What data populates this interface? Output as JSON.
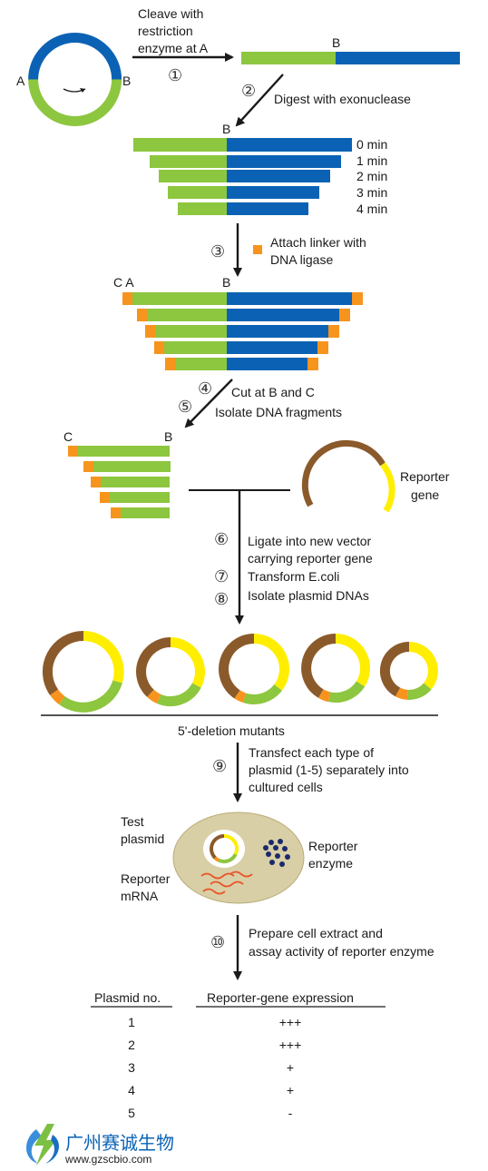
{
  "colors": {
    "green": "#8dc63f",
    "blue": "#0b62b4",
    "orange": "#f7941d",
    "brown": "#8b5a2b",
    "yellow": "#ffee00",
    "cell": "#d9cfa6",
    "mrna": "#e8542a",
    "enzyme_dots": "#1b2a6b"
  },
  "labels": {
    "site_a": "A",
    "site_b": "B",
    "site_c": "C",
    "site_ca": "C A"
  },
  "steps": {
    "s1": {
      "marker": "①",
      "text": [
        "Cleave with",
        "restriction",
        "enzyme at A"
      ]
    },
    "s2": {
      "marker": "②",
      "text": [
        "Digest with exonuclease"
      ]
    },
    "s3": {
      "marker": "③",
      "text": [
        "Attach linker with",
        "DNA ligase"
      ]
    },
    "s4": {
      "marker": "④",
      "text": [
        "Cut at B and C"
      ]
    },
    "s5": {
      "marker": "⑤",
      "text": [
        "Isolate DNA fragments"
      ]
    },
    "s6": {
      "marker": "⑥",
      "text": [
        "Ligate into new vector",
        "carrying reporter gene"
      ]
    },
    "s7": {
      "marker": "⑦",
      "text": [
        "Transform E.coli"
      ]
    },
    "s8": {
      "marker": "⑧",
      "text": [
        "Isolate plasmid DNAs"
      ]
    },
    "s9": {
      "marker": "⑨",
      "text": [
        "Transfect each type of",
        "plasmid (1-5) separately into",
        "cultured cells"
      ]
    },
    "s10": {
      "marker": "⑩",
      "text": [
        "Prepare cell extract and",
        "assay activity of reporter enzyme"
      ]
    }
  },
  "times": [
    "0 min",
    "1 min",
    "2 min",
    "3 min",
    "4 min"
  ],
  "reporter_gene_label": [
    "Reporter",
    "gene"
  ],
  "mutants_label": "5'-deletion mutants",
  "cell_labels": {
    "test_plasmid": [
      "Test",
      "plasmid"
    ],
    "reporter_mrna": [
      "Reporter",
      "mRNA"
    ],
    "reporter_enzyme": [
      "Reporter",
      "enzyme"
    ]
  },
  "table": {
    "headers": [
      "Plasmid no.",
      "Reporter-gene expression"
    ],
    "rows": [
      {
        "plasmid": "1",
        "expression": "+++"
      },
      {
        "plasmid": "2",
        "expression": "+++"
      },
      {
        "plasmid": "3",
        "expression": "+"
      },
      {
        "plasmid": "4",
        "expression": "+"
      },
      {
        "plasmid": "5",
        "expression": "-"
      }
    ]
  },
  "logo": {
    "name": "广州赛诚生物",
    "url": "www.gzscbio.com"
  }
}
